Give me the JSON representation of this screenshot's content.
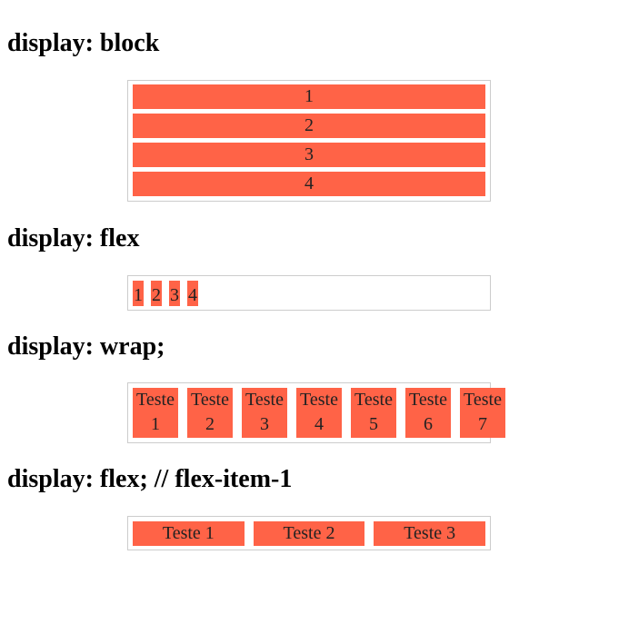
{
  "sections": [
    {
      "heading": "display: block",
      "items": [
        "1",
        "2",
        "3",
        "4"
      ]
    },
    {
      "heading": "display: flex",
      "items": [
        "1",
        "2",
        "3",
        "4"
      ]
    },
    {
      "heading": "display: wrap;",
      "items": [
        [
          "Teste",
          "1"
        ],
        [
          "Teste",
          "2"
        ],
        [
          "Teste",
          "3"
        ],
        [
          "Teste",
          "4"
        ],
        [
          "Teste",
          "5"
        ],
        [
          "Teste",
          "6"
        ],
        [
          "Teste",
          "7"
        ]
      ]
    },
    {
      "heading": "display: flex; // flex-item-1",
      "items": [
        "Teste 1",
        "Teste 2",
        "Teste 3"
      ]
    }
  ],
  "colors": {
    "item_background": "#ff6347",
    "container_border": "#cccccc"
  }
}
